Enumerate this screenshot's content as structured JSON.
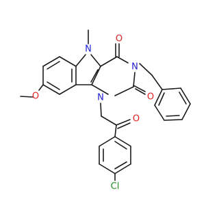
{
  "structure": {
    "colors": {
      "bond": "#1a1a1a",
      "carbon": "#1a1a1a",
      "nitrogen": "#2020d0",
      "oxygen": "#e02020",
      "chlorine": "#1f8f1f"
    },
    "atoms": {
      "n5": "N",
      "o4": "O",
      "n3": "N",
      "o2": "O",
      "n1": "N",
      "o_methoxy": "O",
      "o_ketone": "O",
      "cl": "Cl"
    }
  }
}
